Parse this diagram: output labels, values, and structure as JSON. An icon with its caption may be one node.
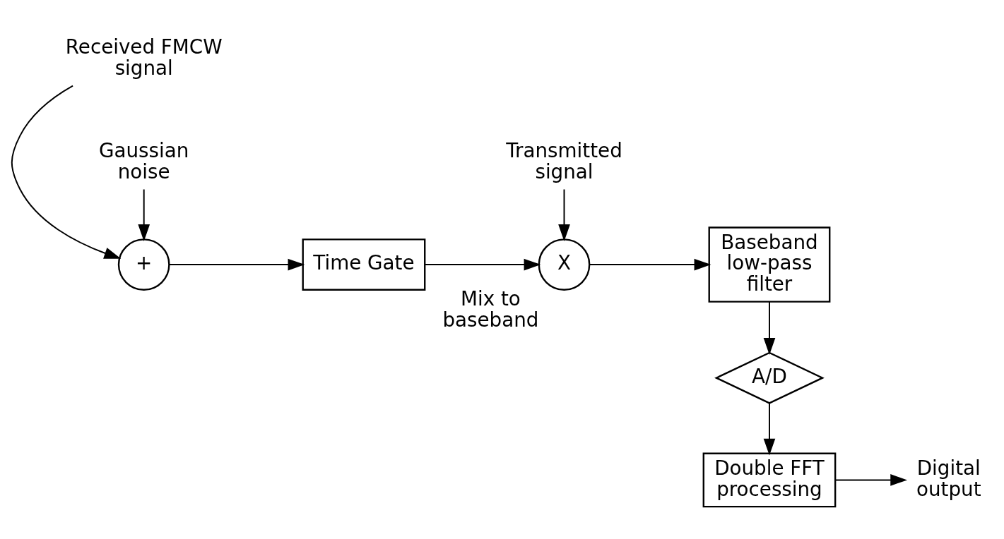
{
  "diagram": {
    "nodes": [
      {
        "text": [
          "Received FMCW signal"
        ]
      },
      {
        "text": [
          "+"
        ]
      },
      {
        "text": [
          "Gaussian noise"
        ]
      },
      {
        "text": [
          "Time Gate"
        ]
      },
      {
        "text": [
          "Transmitted signal"
        ]
      },
      {
        "text": [
          "X"
        ],
        "beside": [
          "Mix to baseband"
        ]
      },
      {
        "text": [
          "Baseband low-pass filter"
        ]
      },
      {
        "text": [
          "A/D"
        ]
      },
      {
        "text": [
          "Double FFT processing"
        ]
      },
      {
        "text": [
          "Digital output"
        ]
      }
    ],
    "edges": [
      {
        "from": 0,
        "to": 1,
        "arrow": "to"
      },
      {
        "from": 2,
        "to": 1,
        "arrow": "to"
      },
      {
        "from": 1,
        "to": 3,
        "arrow": "to"
      },
      {
        "from": 3,
        "to": 5,
        "arrow": "to"
      },
      {
        "from": 4,
        "to": 5,
        "arrow": "to"
      },
      {
        "from": 5,
        "to": 6,
        "arrow": "to"
      },
      {
        "from": 6,
        "to": 7,
        "arrow": "to"
      },
      {
        "from": 7,
        "to": 8,
        "arrow": "to"
      },
      {
        "from": 8,
        "to": 9,
        "arrow": "to"
      }
    ]
  }
}
